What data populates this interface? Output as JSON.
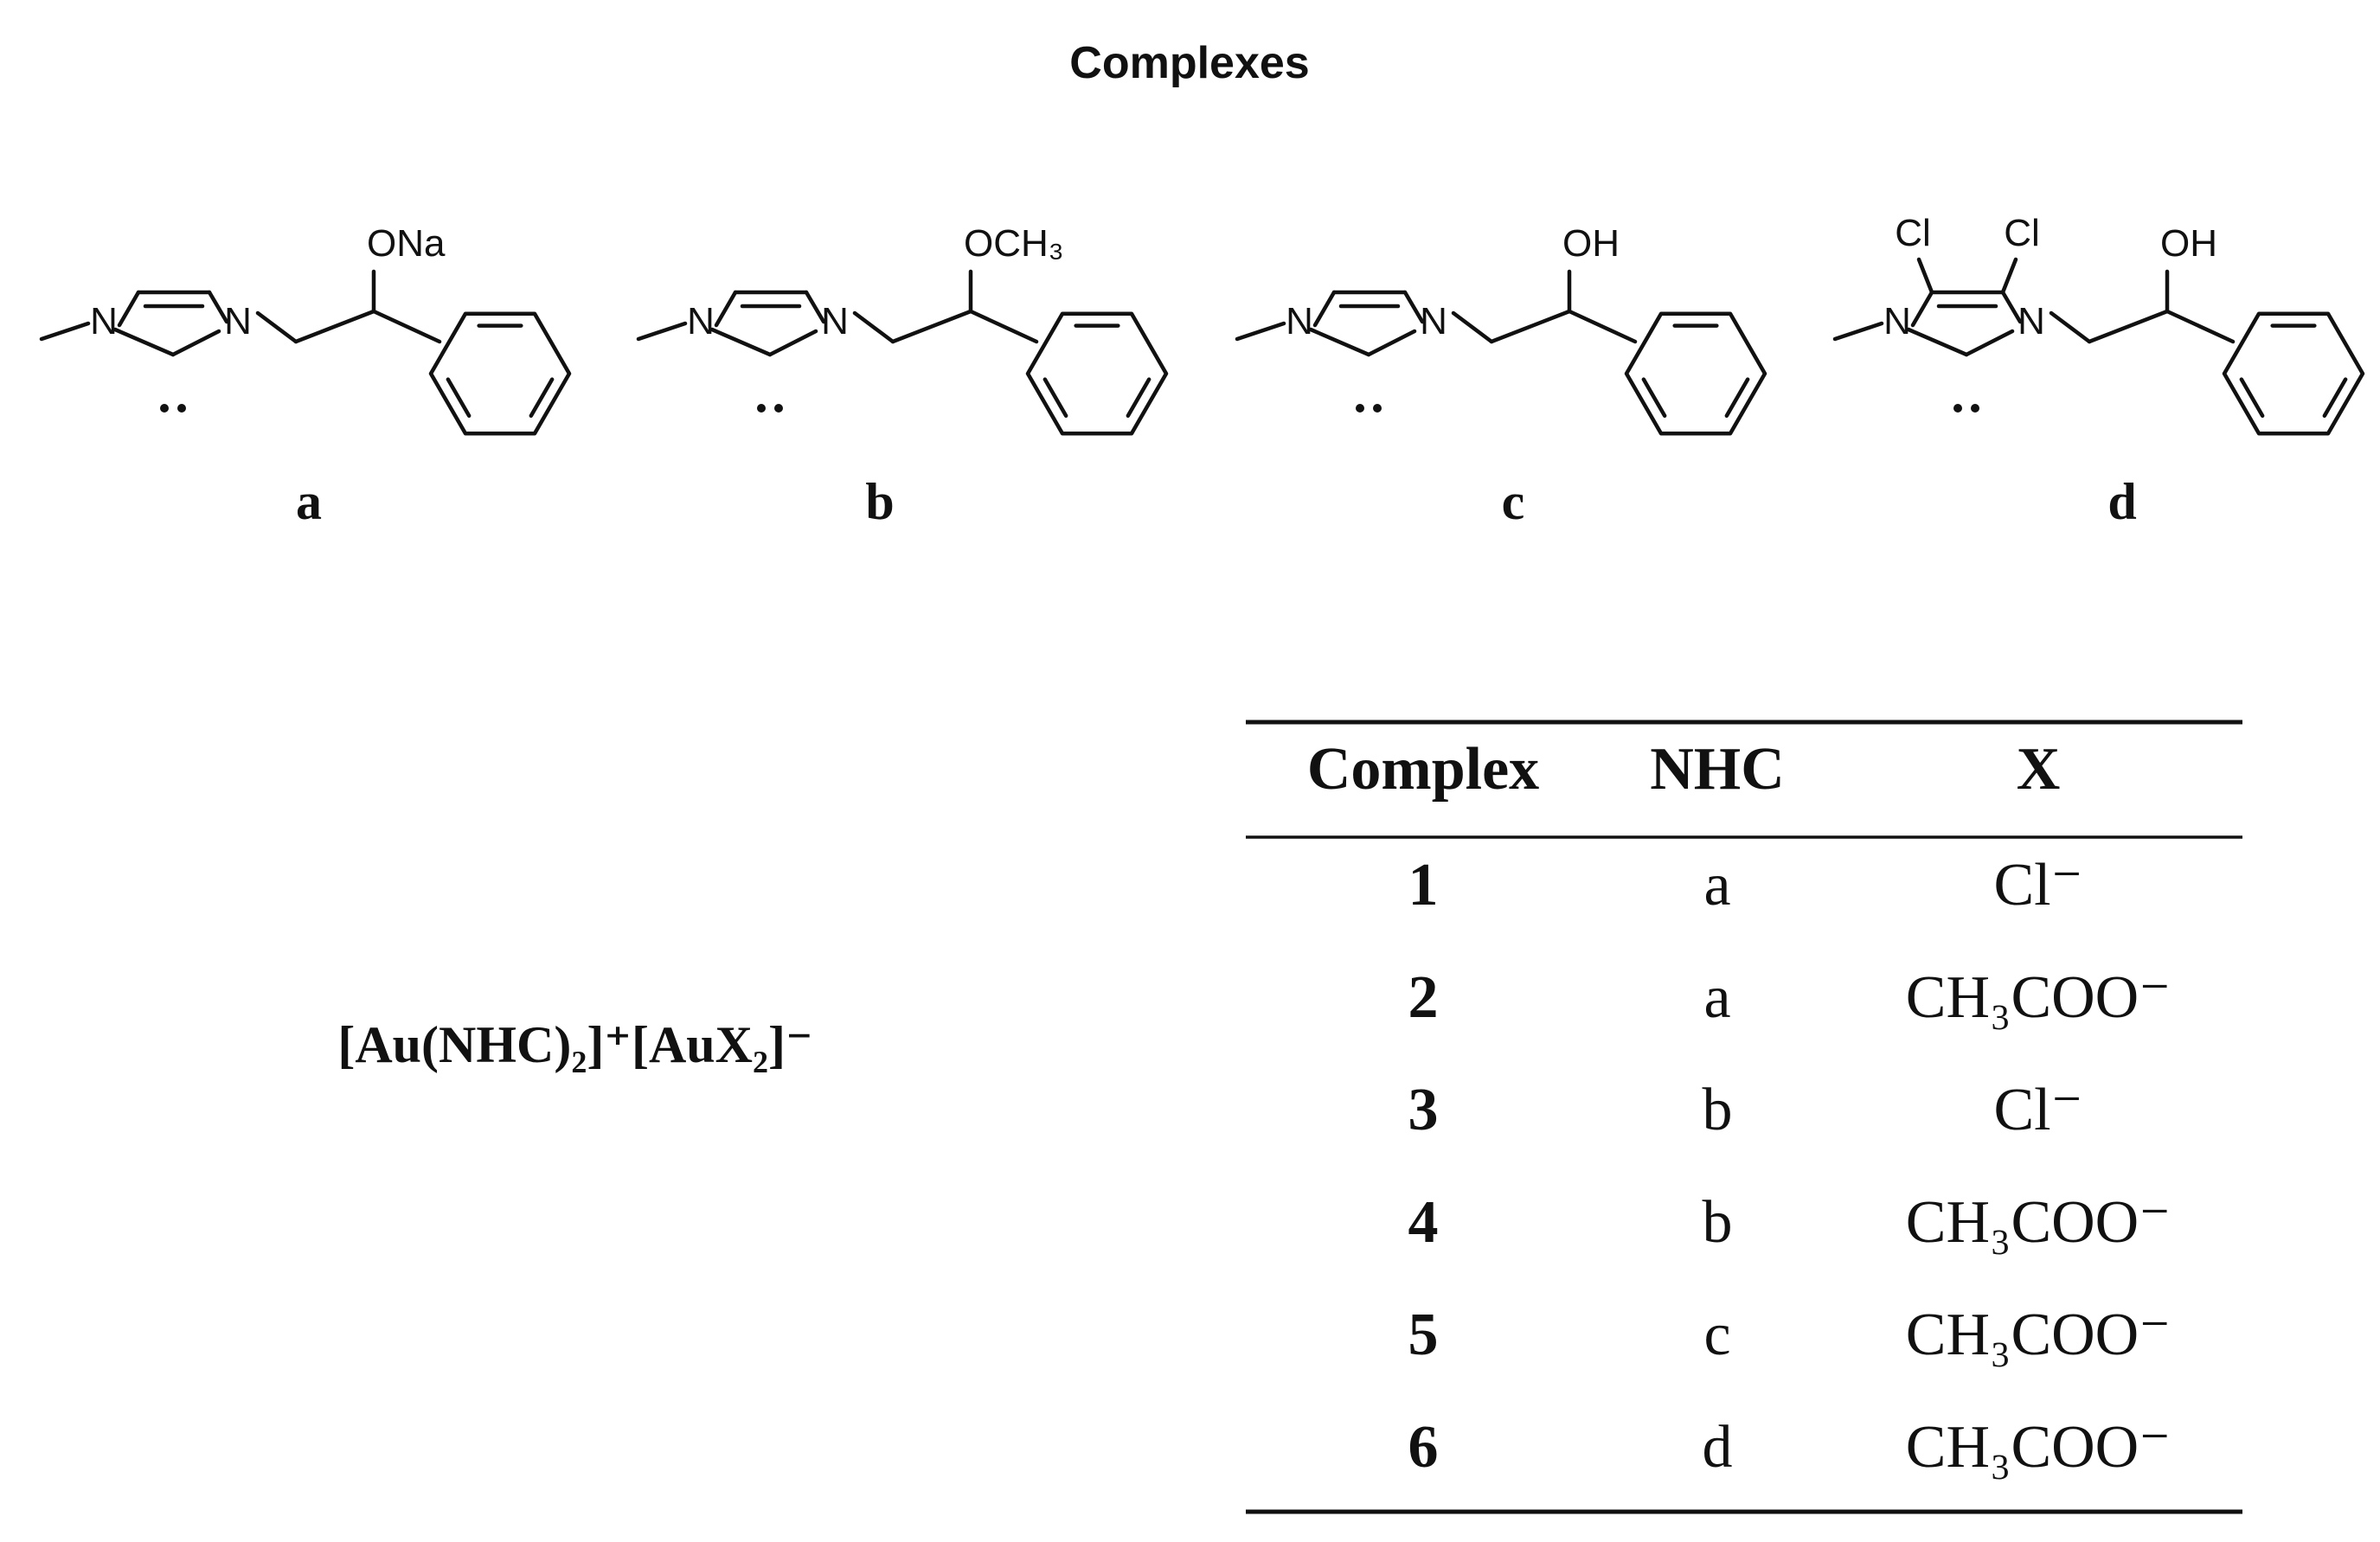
{
  "title": "Complexes",
  "ligands": [
    {
      "label": "a",
      "substituent": "ONa",
      "backbone_substituent": ""
    },
    {
      "label": "b",
      "substituent": "OCH₃",
      "backbone_substituent": ""
    },
    {
      "label": "c",
      "substituent": "OH",
      "backbone_substituent": ""
    },
    {
      "label": "d",
      "substituent": "OH",
      "backbone_substituent": "Cl"
    }
  ],
  "atoms": {
    "nitrogen": "N"
  },
  "formula": "[Au(NHC)₂]⁺[AuX₂]⁻",
  "table": {
    "headers": [
      "Complex",
      "NHC",
      "X"
    ],
    "rows": [
      {
        "complex": "1",
        "nhc": "a",
        "x": "Cl⁻"
      },
      {
        "complex": "2",
        "nhc": "a",
        "x": "CH₃COO⁻"
      },
      {
        "complex": "3",
        "nhc": "b",
        "x": "Cl⁻"
      },
      {
        "complex": "4",
        "nhc": "b",
        "x": "CH₃COO⁻"
      },
      {
        "complex": "5",
        "nhc": "c",
        "x": "CH₃COO⁻"
      },
      {
        "complex": "6",
        "nhc": "d",
        "x": "CH₃COO⁻"
      }
    ]
  }
}
